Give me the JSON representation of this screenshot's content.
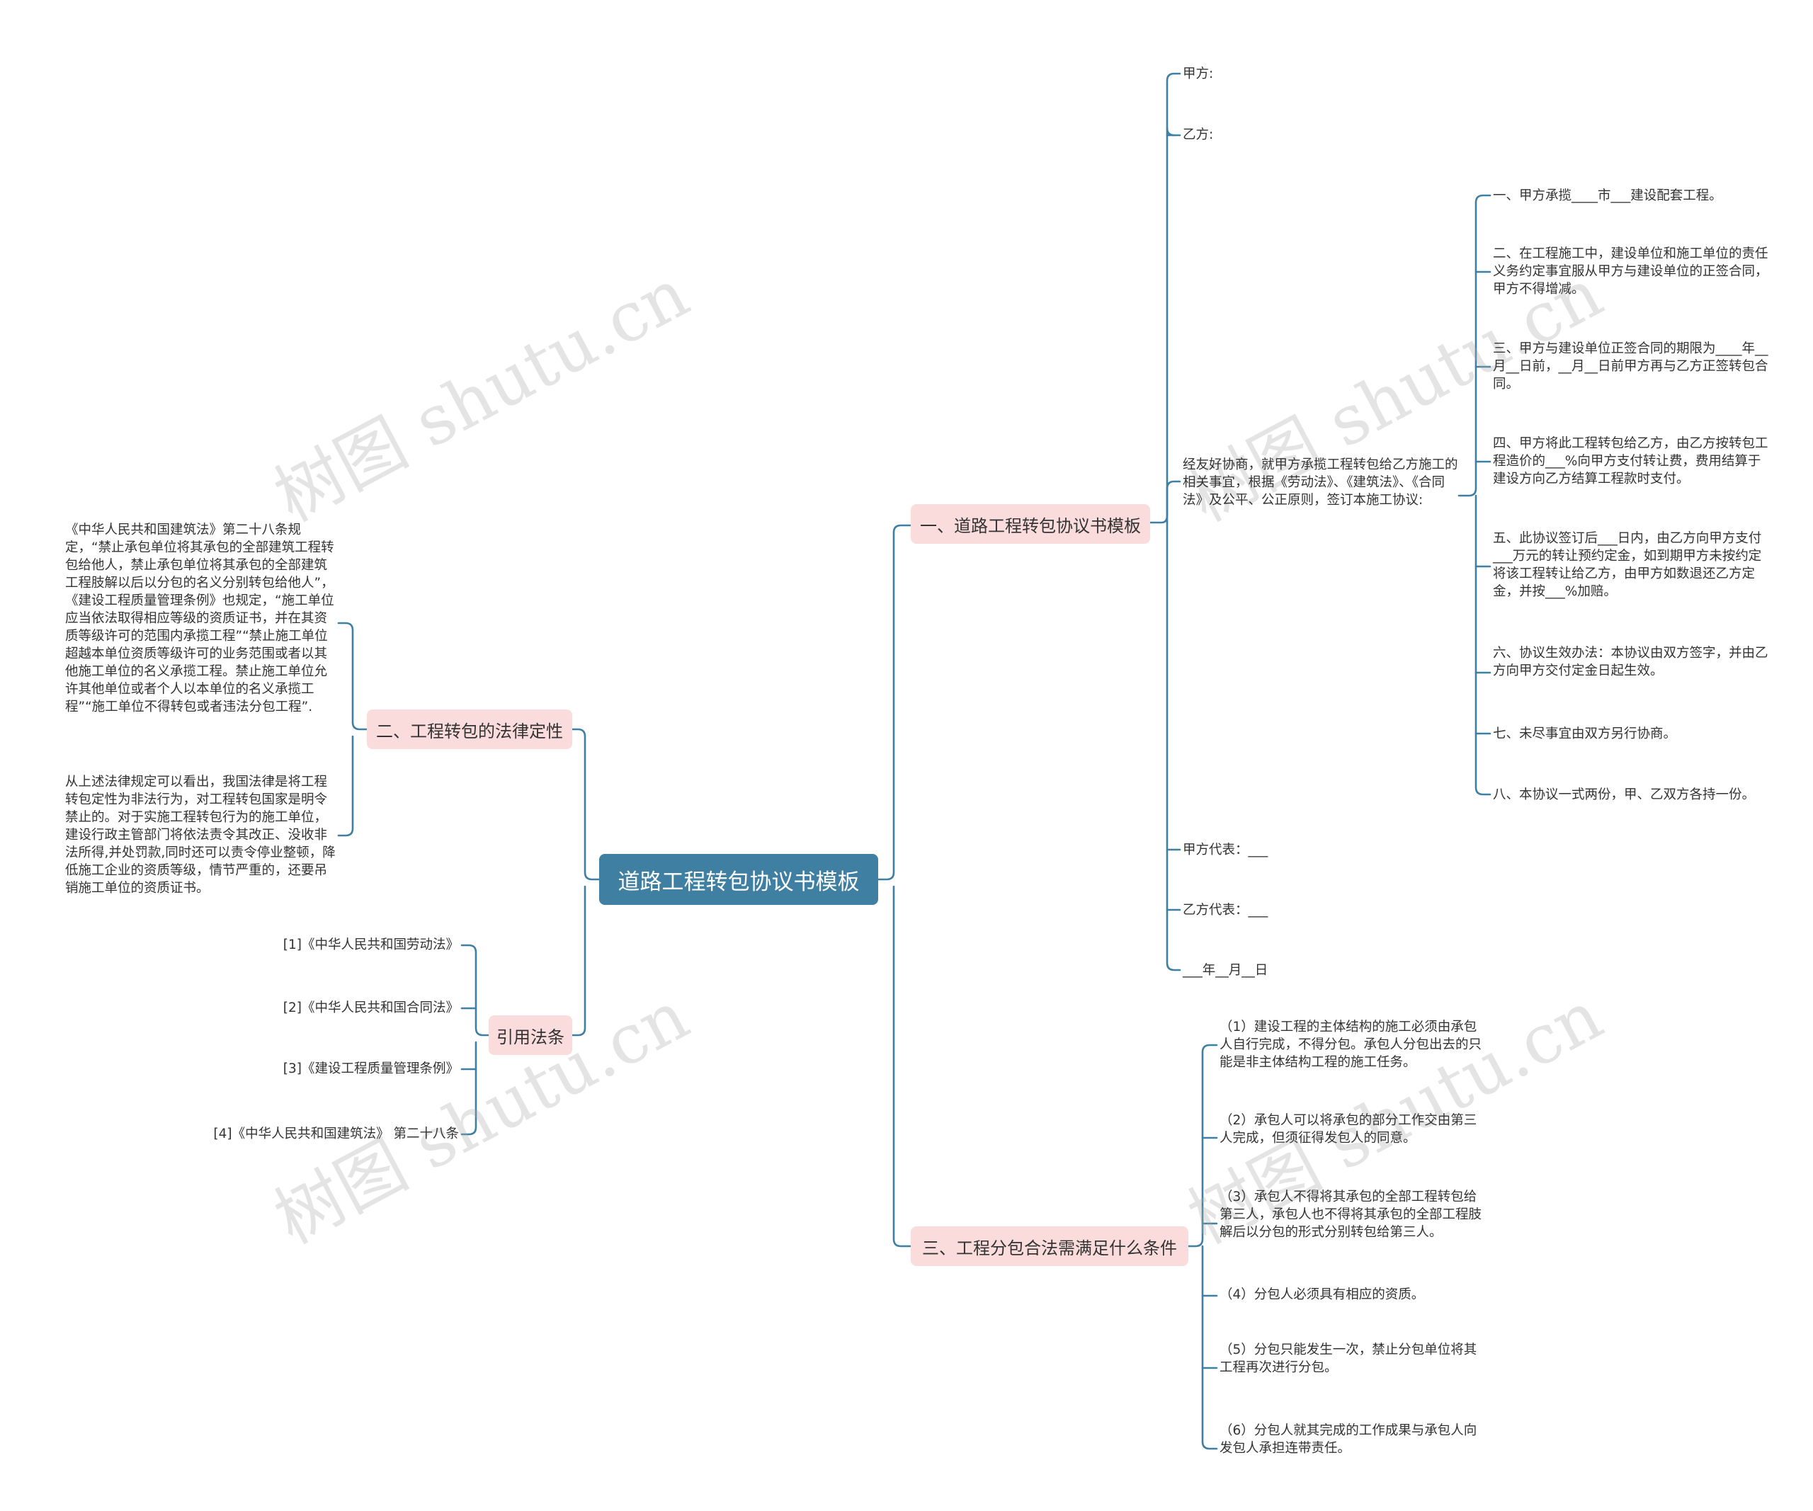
{
  "central": "道路工程转包协议书模板",
  "branches": {
    "b1": {
      "label": "一、道路工程转包协议书模板",
      "party_a": "甲方:",
      "party_b": "乙方:",
      "intro": "经友好协商，就甲方承揽工程转包给乙方施工的相关事宜，根据《劳动法》、《建筑法》、《合同法》及公平、公正原则，签订本施工协议:",
      "clauses": [
        "一、甲方承揽____市___建设配套工程。",
        "二、在工程施工中，建设单位和施工单位的责任义务约定事宜服从甲方与建设单位的正签合同，甲方不得增减。",
        "三、甲方与建设单位正签合同的期限为____年__月__日前，__月__日前甲方再与乙方正签转包合同。",
        "四、甲方将此工程转包给乙方，由乙方按转包工程造价的___%向甲方支付转让费，费用结算于建设方向乙方结算工程款时支付。",
        "五、此协议签订后___日内，由乙方向甲方支付___万元的转让预约定金，如到期甲方未按约定将该工程转让给乙方，由甲方如数退还乙方定金，并按___%加赔。",
        "六、协议生效办法：本协议由双方签字，并由乙方向甲方交付定金日起生效。",
        "七、未尽事宜由双方另行协商。",
        "八、本协议一式两份，甲、乙双方各持一份。"
      ],
      "rep_a": "甲方代表：___",
      "rep_b": "乙方代表：___",
      "date": "___年__月__日"
    },
    "b2": {
      "label": "二、工程转包的法律定性",
      "para1": "《中华人民共和国建筑法》第二十八条规定，“禁止承包单位将其承包的全部建筑工程转包给他人，禁止承包单位将其承包的全部建筑工程肢解以后以分包的名义分别转包给他人”，《建设工程质量管理条例》也规定，“施工单位应当依法取得相应等级的资质证书，并在其资质等级许可的范围内承揽工程”“禁止施工单位超越本单位资质等级许可的业务范围或者以其他施工单位的名义承揽工程。禁止施工单位允许其他单位或者个人以本单位的名义承揽工程”“施工单位不得转包或者违法分包工程”.",
      "para2": "从上述法律规定可以看出，我国法律是将工程转包定性为非法行为，对工程转包国家是明令禁止的。对于实施工程转包行为的施工单位，建设行政主管部门将依法责令其改正、没收非法所得,并处罚款,同时还可以责令停业整顿，降低施工企业的资质等级，情节严重的，还要吊销施工单位的资质证书。"
    },
    "b3": {
      "label": "引用法条",
      "refs": [
        "[1]《中华人民共和国劳动法》",
        "[2]《中华人民共和国合同法》",
        "[3]《建设工程质量管理条例》",
        "[4]《中华人民共和国建筑法》 第二十八条"
      ]
    },
    "b4": {
      "label": "三、工程分包合法需满足什么条件",
      "items": [
        "（1）建设工程的主体结构的施工必须由承包人自行完成，不得分包。承包人分包出去的只能是非主体结构工程的施工任务。",
        "（2）承包人可以将承包的部分工作交由第三人完成，但须征得发包人的同意。",
        "（3）承包人不得将其承包的全部工程转包给第三人，承包人也不得将其承包的全部工程肢解后以分包的形式分别转包给第三人。",
        "（4）分包人必须具有相应的资质。",
        "（5）分包只能发生一次，禁止分包单位将其工程再次进行分包。",
        "（6）分包人就其完成的工作成果与承包人向发包人承担连带责任。"
      ]
    }
  },
  "watermark": "树图 shutu.cn",
  "colors": {
    "line": "#3f7fa1",
    "central": "#3f7fa1",
    "branch": "#fbdcdc"
  }
}
